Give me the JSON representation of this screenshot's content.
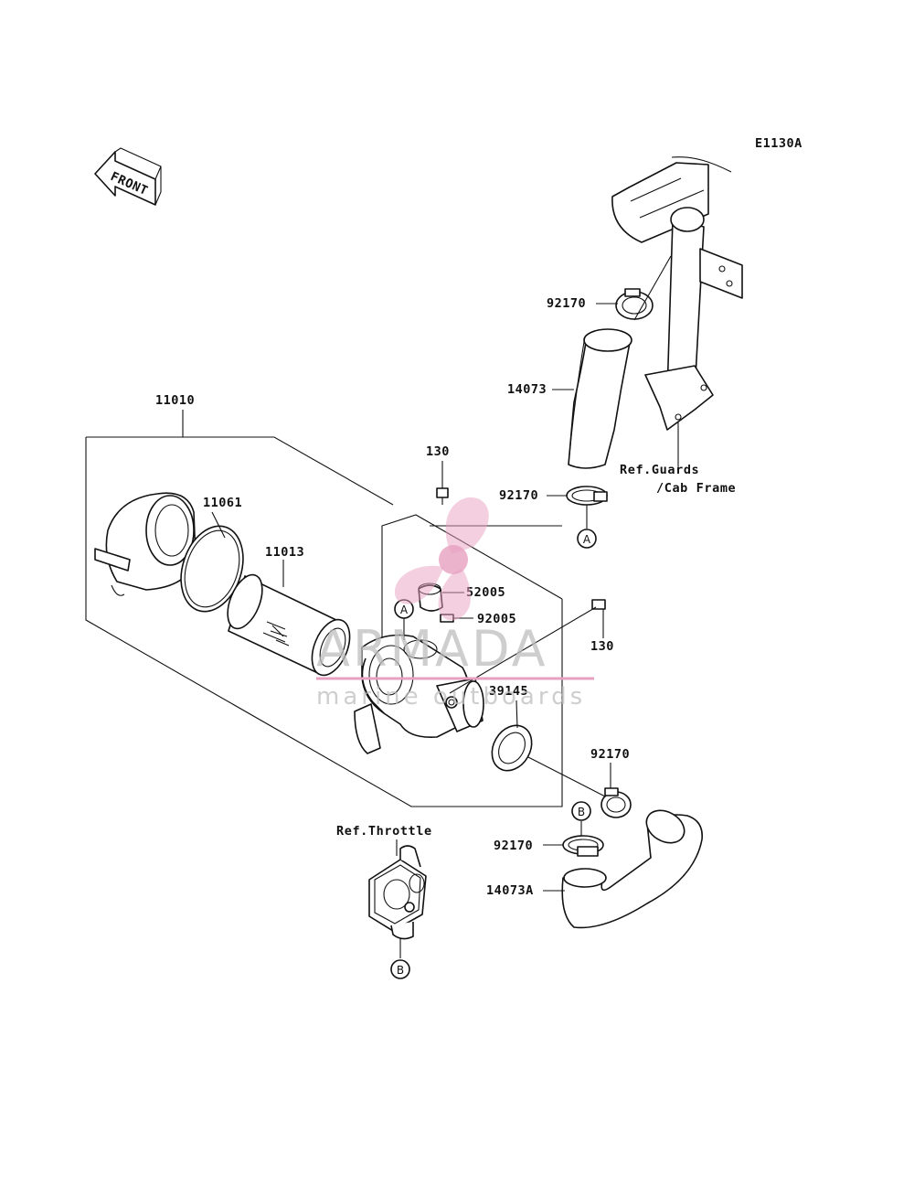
{
  "diagram_code": "E1130A",
  "front_label": "FRONT",
  "labels": {
    "p11010": "11010",
    "p11061": "11061",
    "p11013": "11013",
    "p130_top": "130",
    "p130_right": "130",
    "p52005": "52005",
    "p92005": "92005",
    "p39145": "39145",
    "p92170_top": "92170",
    "p92170_mid": "92170",
    "p92170_right": "92170",
    "p92170_lower": "92170",
    "p14073": "14073",
    "p14073A": "14073A"
  },
  "references": {
    "guards_line1": "Ref.Guards",
    "guards_line2": "/Cab Frame",
    "throttle": "Ref.Throttle"
  },
  "connectors": {
    "a_top": "A",
    "a_mid": "A",
    "b_hose": "B",
    "b_throttle": "B"
  },
  "watermark": {
    "brand": "ARMADA",
    "tagline": "marine outboards",
    "color": "#e7a0c0"
  }
}
